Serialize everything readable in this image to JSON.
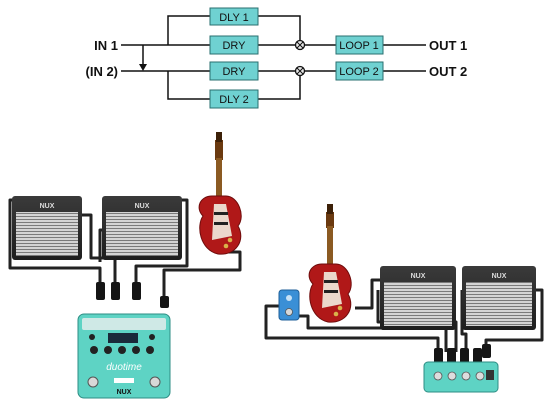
{
  "diagram": {
    "inputs": [
      "IN 1",
      "(IN 2)"
    ],
    "outputs": [
      "OUT 1",
      "OUT 2"
    ],
    "blocks": {
      "dly1": "DLY 1",
      "dry1": "DRY",
      "dry2": "DRY",
      "dly2": "DLY 2",
      "loop1": "LOOP 1",
      "loop2": "LOOP 2"
    },
    "block_color": "#6fd1d1",
    "line_color": "#111111"
  },
  "setup_left": {
    "amp_brand": "NUX",
    "pedal_brand": "NUX",
    "pedal_name": "duotime",
    "pedal_color": "#5ed3c4"
  },
  "setup_right": {
    "amp_brand": "NUX",
    "pedal_color": "#5ed3c4",
    "small_pedal_color": "#3a8fd6"
  },
  "colors": {
    "amp_body": "#2a2a2a",
    "amp_grille": "#bfbfbf",
    "guitar_body": "#b01818",
    "cable": "#222222"
  }
}
